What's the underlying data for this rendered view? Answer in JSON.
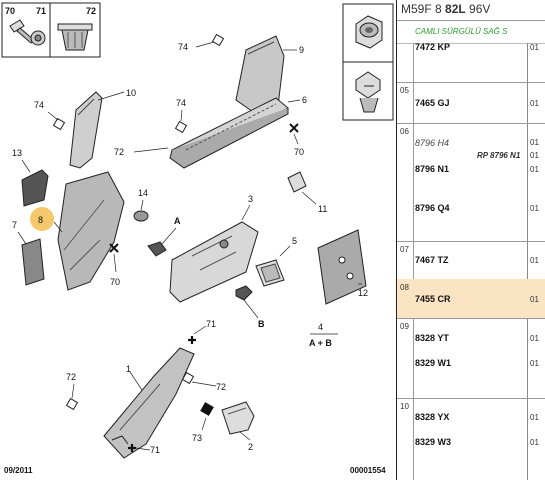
{
  "header": {
    "model_prefix": "M59F 8 ",
    "model_bold": "82L",
    "model_suffix": " 96V"
  },
  "subheader": "CAMLI SÜRGÜLÜ SAĞ S",
  "diagram": {
    "insets": {
      "left_a": "70",
      "left_b": "71",
      "left_c": "72"
    },
    "labels": {
      "l1": "1",
      "l2": "2",
      "l3": "3",
      "l4": "4",
      "l4b": "A + B",
      "l5": "5",
      "l6": "6",
      "l7": "7",
      "l8": "8",
      "l9": "9",
      "l10": "10",
      "l11": "11",
      "l12": "12",
      "l13": "13",
      "l14": "14",
      "lA": "A",
      "lB": "B",
      "l70a": "70",
      "l70b": "70",
      "l71a": "71",
      "l71b": "71",
      "l72a": "72",
      "l72b": "72",
      "l72c": "72",
      "l73": "73",
      "l74a": "74",
      "l74b": "74",
      "l74c": "74"
    },
    "footer_left": "09/2011",
    "footer_right": "00001554",
    "highlight_color": "#f5c96b"
  },
  "parts_list": {
    "rows": [
      {
        "group": "",
        "refs": [
          {
            "text": "7472 KP",
            "qty": "01"
          }
        ]
      },
      {
        "group": "05",
        "refs": [
          {
            "text": "7465 GJ",
            "qty": "01"
          }
        ]
      },
      {
        "group": "06",
        "refs": [
          {
            "text": "8796 H4",
            "qty": "01",
            "italic": true
          },
          {
            "text": "8796 N1",
            "qty": "01",
            "rp": "RP 8796 N1"
          },
          {
            "text": "8796 Q4",
            "qty": "01"
          }
        ]
      },
      {
        "group": "07",
        "refs": [
          {
            "text": "7467 TZ",
            "qty": "01"
          }
        ]
      },
      {
        "group": "08",
        "refs": [
          {
            "text": "7455 CR",
            "qty": "01"
          }
        ],
        "selected": true
      },
      {
        "group": "09",
        "refs": [
          {
            "text": "8328 YT",
            "qty": "01"
          },
          {
            "text": "8329 W1",
            "qty": "01"
          }
        ]
      },
      {
        "group": "10",
        "refs": [
          {
            "text": "8328 YX",
            "qty": "01"
          },
          {
            "text": "8329 W3",
            "qty": "01"
          }
        ]
      }
    ]
  }
}
